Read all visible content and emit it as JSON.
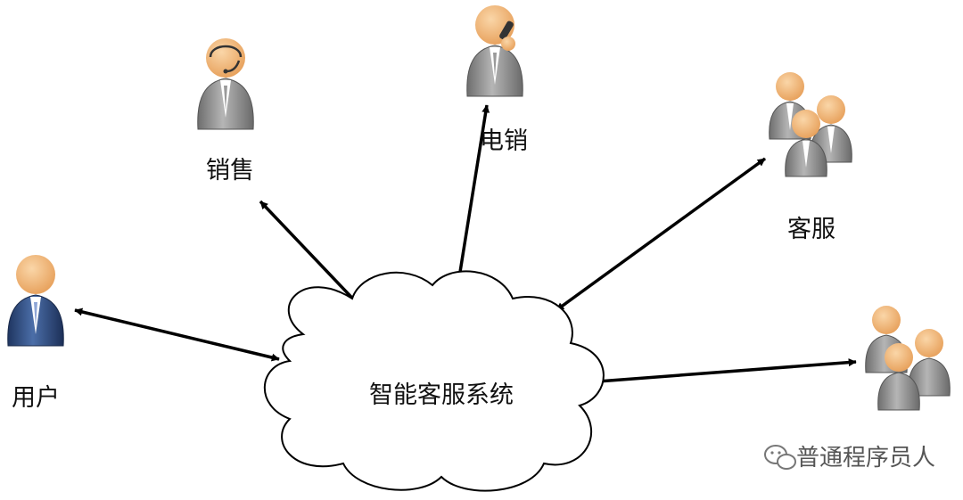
{
  "nodes": {
    "center": {
      "label": "智能客服系统"
    },
    "sales": {
      "label": "销售"
    },
    "telesales": {
      "label": "电销"
    },
    "customer_service": {
      "label": "客服"
    },
    "user": {
      "label": "用户"
    },
    "robot_group": {
      "label": ""
    }
  },
  "watermark": {
    "text": "普通程序员人"
  },
  "colors": {
    "head": "#F0B97A",
    "gray_suit": "#8C8C8C",
    "blue_suit": "#2E4A7A",
    "arrow": "#000000"
  }
}
